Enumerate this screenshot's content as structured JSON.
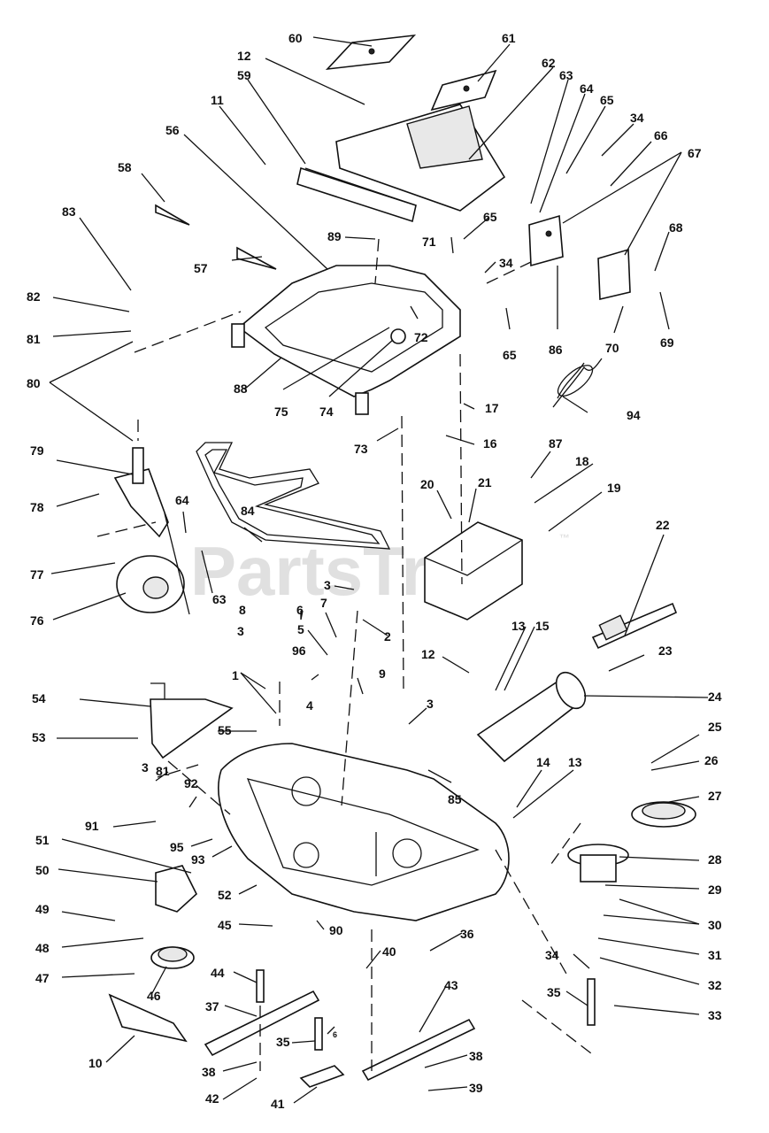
{
  "watermark": "PartsTree",
  "watermark_tm": "™",
  "callouts": [
    {
      "n": "60"
    },
    {
      "n": "61"
    },
    {
      "n": "12"
    },
    {
      "n": "62"
    },
    {
      "n": "63"
    },
    {
      "n": "64"
    },
    {
      "n": "65"
    },
    {
      "n": "34"
    },
    {
      "n": "59"
    },
    {
      "n": "11"
    },
    {
      "n": "66"
    },
    {
      "n": "67"
    },
    {
      "n": "56"
    },
    {
      "n": "58"
    },
    {
      "n": "83"
    },
    {
      "n": "65"
    },
    {
      "n": "68"
    },
    {
      "n": "89"
    },
    {
      "n": "71"
    },
    {
      "n": "57"
    },
    {
      "n": "34"
    },
    {
      "n": "82"
    },
    {
      "n": "81"
    },
    {
      "n": "72"
    },
    {
      "n": "65"
    },
    {
      "n": "86"
    },
    {
      "n": "70"
    },
    {
      "n": "69"
    },
    {
      "n": "80"
    },
    {
      "n": "88"
    },
    {
      "n": "75"
    },
    {
      "n": "74"
    },
    {
      "n": "17"
    },
    {
      "n": "94"
    },
    {
      "n": "73"
    },
    {
      "n": "16"
    },
    {
      "n": "79"
    },
    {
      "n": "87"
    },
    {
      "n": "78"
    },
    {
      "n": "18"
    },
    {
      "n": "20"
    },
    {
      "n": "21"
    },
    {
      "n": "19"
    },
    {
      "n": "64"
    },
    {
      "n": "84"
    },
    {
      "n": "22"
    },
    {
      "n": "77"
    },
    {
      "n": "63"
    },
    {
      "n": "76"
    },
    {
      "n": "3"
    },
    {
      "n": "8"
    },
    {
      "n": "6"
    },
    {
      "n": "7"
    },
    {
      "n": "13"
    },
    {
      "n": "15"
    },
    {
      "n": "5"
    },
    {
      "n": "2"
    },
    {
      "n": "3"
    },
    {
      "n": "96"
    },
    {
      "n": "12"
    },
    {
      "n": "23"
    },
    {
      "n": "1"
    },
    {
      "n": "9"
    },
    {
      "n": "4"
    },
    {
      "n": "54"
    },
    {
      "n": "24"
    },
    {
      "n": "3"
    },
    {
      "n": "55"
    },
    {
      "n": "53"
    },
    {
      "n": "25"
    },
    {
      "n": "26"
    },
    {
      "n": "3"
    },
    {
      "n": "81"
    },
    {
      "n": "85"
    },
    {
      "n": "14"
    },
    {
      "n": "13"
    },
    {
      "n": "92"
    },
    {
      "n": "27"
    },
    {
      "n": "91"
    },
    {
      "n": "95"
    },
    {
      "n": "93"
    },
    {
      "n": "51"
    },
    {
      "n": "28"
    },
    {
      "n": "50"
    },
    {
      "n": "52"
    },
    {
      "n": "29"
    },
    {
      "n": "49"
    },
    {
      "n": "45"
    },
    {
      "n": "90"
    },
    {
      "n": "30"
    },
    {
      "n": "36"
    },
    {
      "n": "48"
    },
    {
      "n": "40"
    },
    {
      "n": "31"
    },
    {
      "n": "34"
    },
    {
      "n": "47"
    },
    {
      "n": "46"
    },
    {
      "n": "44"
    },
    {
      "n": "43"
    },
    {
      "n": "32"
    },
    {
      "n": "35"
    },
    {
      "n": "33"
    },
    {
      "n": "37"
    },
    {
      "n": "35"
    },
    {
      "n": "10"
    },
    {
      "n": "38"
    },
    {
      "n": "38"
    },
    {
      "n": "42"
    },
    {
      "n": "41"
    },
    {
      "n": "39"
    },
    {
      "n": "6"
    }
  ]
}
